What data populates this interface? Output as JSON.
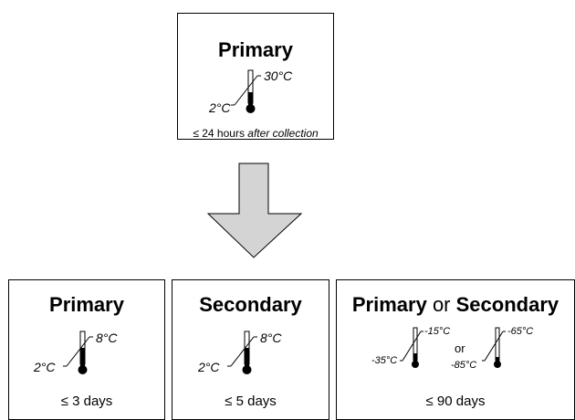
{
  "top_box": {
    "title": "Primary",
    "temp_high": "30°C",
    "temp_low": "2°C",
    "duration_prefix": "≤ 24 hours",
    "duration_suffix": "after collection"
  },
  "bottom_boxes": [
    {
      "title": "Primary",
      "temp_high": "8°C",
      "temp_low": "2°C",
      "duration": "≤ 3 days"
    },
    {
      "title": "Secondary",
      "temp_high": "8°C",
      "temp_low": "2°C",
      "duration": "≤ 5 days"
    },
    {
      "title_a": "Primary",
      "title_or": "or",
      "title_b": "Secondary",
      "left_temp_high": "-15°C",
      "left_temp_low": "-35°C",
      "or_label": "or",
      "right_temp_high": "-65°C",
      "right_temp_low": "-85°C",
      "duration": "≤ 90 days"
    }
  ],
  "colors": {
    "arrow_fill": "#d4d4d4",
    "stroke": "#000000"
  }
}
